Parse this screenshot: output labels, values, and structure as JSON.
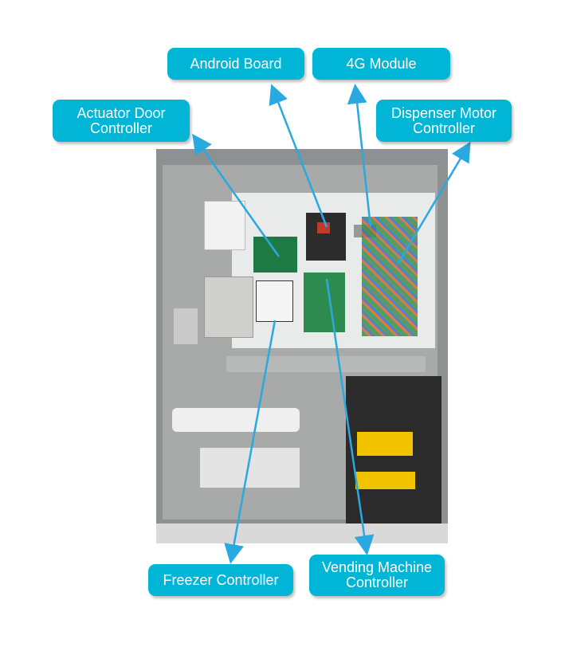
{
  "labels": {
    "android_board": "Android Board",
    "module_4g": "4G Module",
    "actuator_door_controller": "Actuator Door Controller",
    "dispenser_motor_controller": "Dispenser Motor Controller",
    "freezer_controller": "Freezer Controller",
    "vending_machine_controller": "Vending Machine Controller"
  },
  "colors": {
    "label_bg": "#00b5d6",
    "arrow": "#2aa9e0"
  }
}
